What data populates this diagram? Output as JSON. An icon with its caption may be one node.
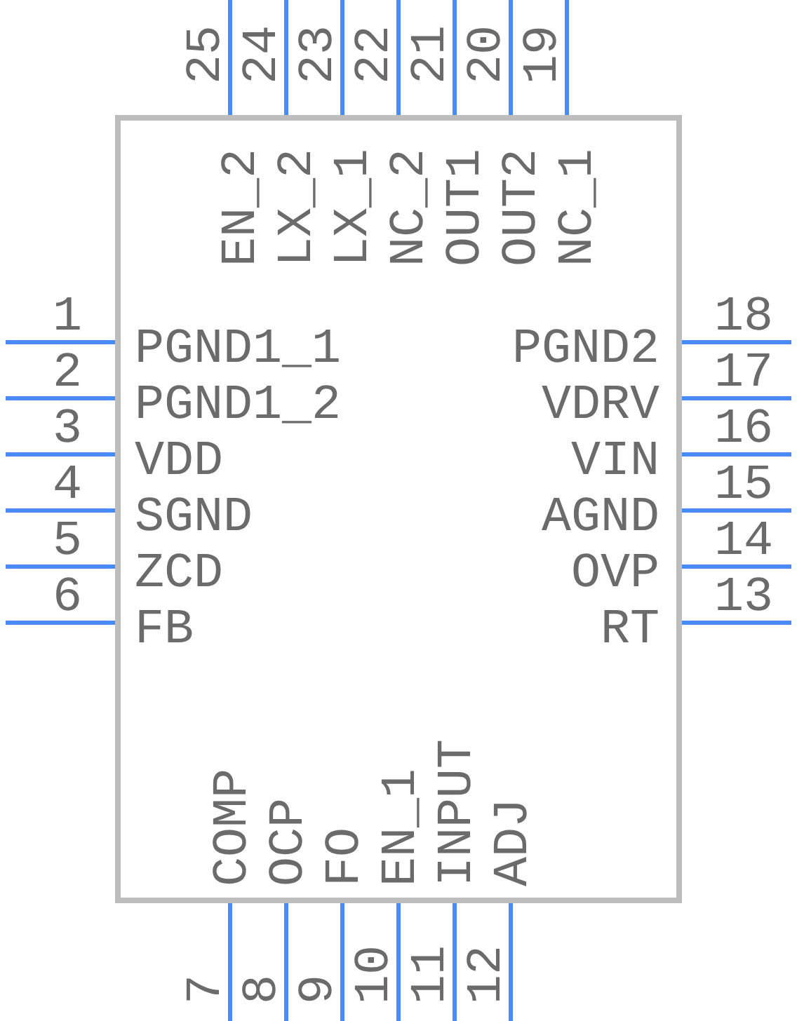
{
  "diagram": {
    "labels": [
      "25",
      "24",
      "23",
      "22",
      "21",
      "20",
      "19",
      "EN_2",
      "LX_2",
      "LX_1",
      "NC_2",
      "OUT1",
      "OUT2",
      "NC_1",
      "1",
      "PGND1_1",
      "PGND2",
      "18",
      "2",
      "PGND1_2",
      "VDRV",
      "17",
      "3",
      "VDD",
      "VIN",
      "16",
      "4",
      "SGND",
      "AGND",
      "15",
      "5",
      "ZCD",
      "OVP",
      "14",
      "6",
      "FB",
      "RT",
      "13",
      "COMP",
      "OCP",
      "FO",
      "EN_1",
      "INPUT",
      "ADJ",
      "7",
      "8",
      "9",
      "10",
      "11",
      "12"
    ]
  }
}
